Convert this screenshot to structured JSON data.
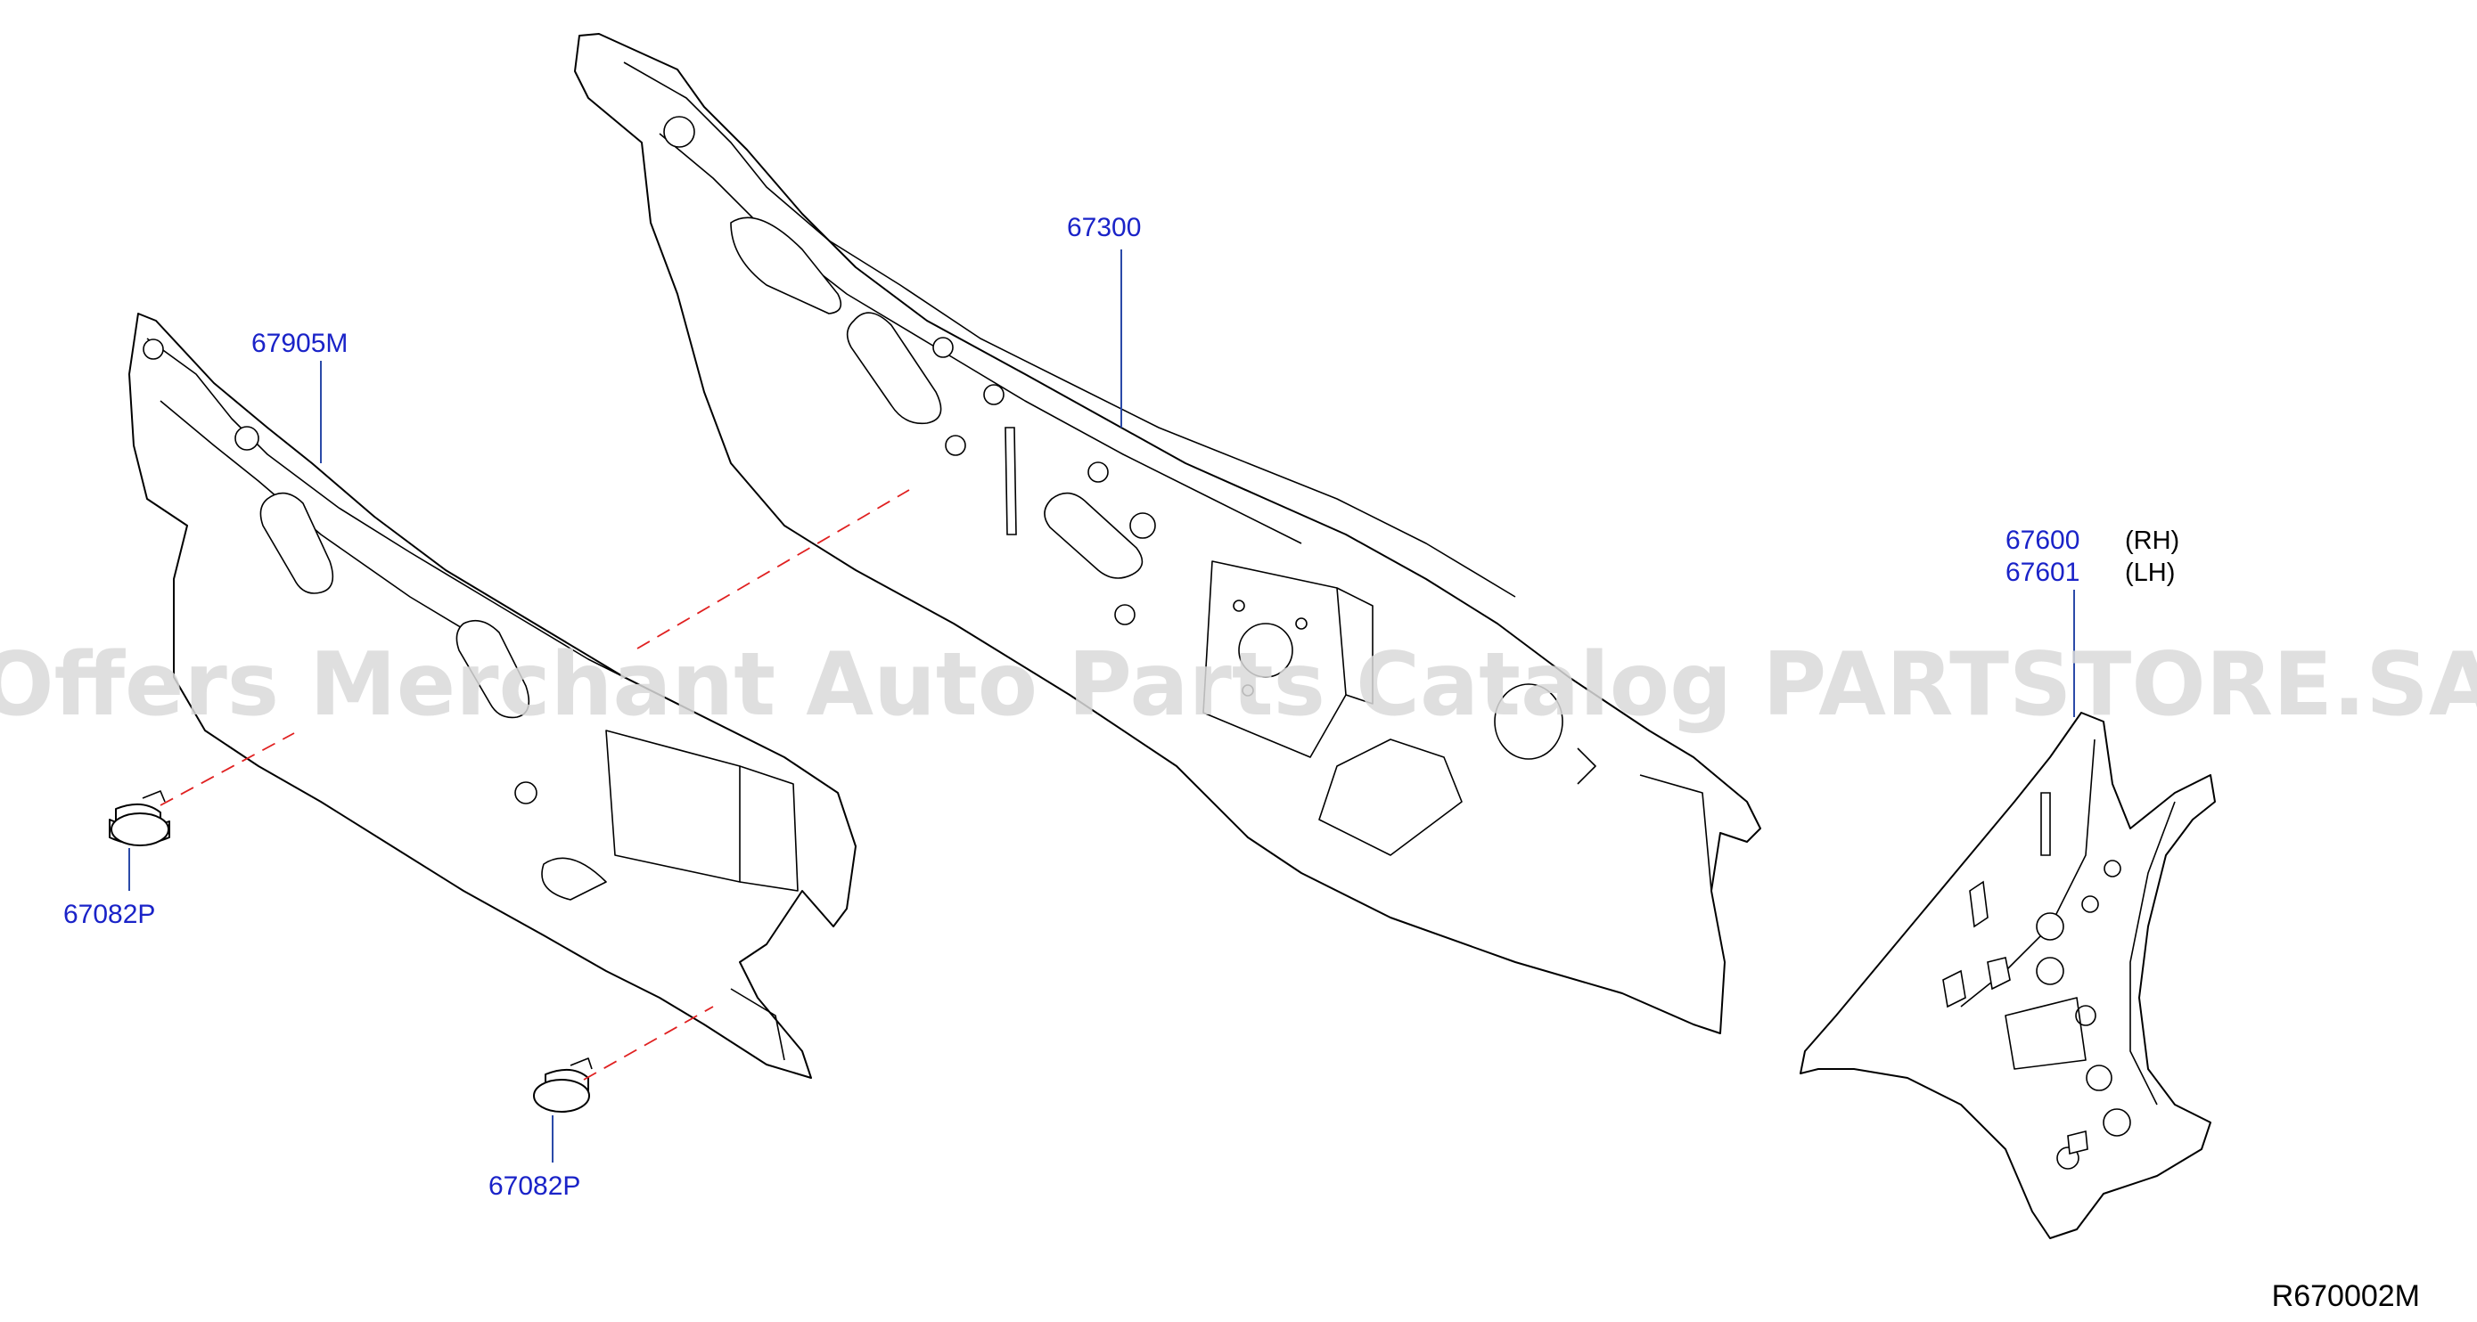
{
  "watermark": "Offers Merchant Auto Parts Catalog PARTSTORE.SA",
  "reference_code": "R670002M",
  "callouts": {
    "dash_panel": "67300",
    "insulator": "67905M",
    "clip_left": "67082P",
    "clip_bottom": "67082P",
    "side_rh": "67600",
    "side_rh_suffix": "(RH)",
    "side_lh": "67601",
    "side_lh_suffix": "(LH)"
  },
  "colors": {
    "callout_text": "#1a23c8",
    "leader_line": "#2b4aa8",
    "dashed_guide": "#e02020",
    "watermark": "#d9d9d9"
  }
}
